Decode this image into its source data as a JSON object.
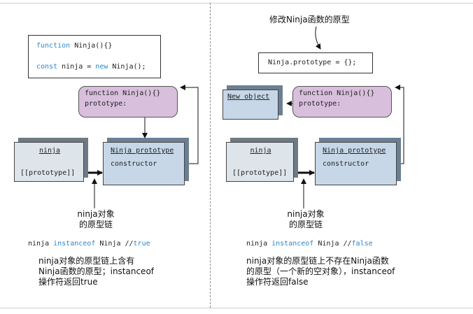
{
  "colors": {
    "keyword": "#2e86c9",
    "func_fill": "#d8bfdc",
    "proto_fill": "#c7d7e8",
    "obj_fill": "#dde4ea"
  },
  "left": {
    "code": {
      "l1_kw": "function",
      "l1_rest": " Ninja(){}",
      "l2_kw1": "const",
      "l2_mid": " ninja = ",
      "l2_kw2": "new",
      "l2_rest": " Ninja();"
    },
    "func": {
      "line1": "function Ninja(){}",
      "line2": "prototype:"
    },
    "ninja_obj": {
      "title": "ninja",
      "field": "[[prototype]]"
    },
    "proto_obj": {
      "title": "Ninja prototype",
      "field": "constructor"
    },
    "chain_label": {
      "line1": "ninja对象",
      "line2": "的原型链"
    },
    "check": {
      "subject": "ninja ",
      "op": "instanceof",
      "rest": " Ninja //",
      "result": "true"
    },
    "explain": {
      "line1": "ninja对象的原型链上含有",
      "line2": "Ninja函数的原型；instanceof",
      "line3": "操作符返回true"
    }
  },
  "right": {
    "modify_caption": "修改Ninja函数的原型",
    "assign_code": "Ninja.prototype = {};",
    "new_obj": {
      "title": "New object"
    },
    "func": {
      "line1": "function Ninja(){}",
      "line2": "prototype:"
    },
    "ninja_obj": {
      "title": "ninja",
      "field": "[[prototype]]"
    },
    "proto_obj": {
      "title": "Ninja prototype",
      "field": "constructor"
    },
    "chain_label": {
      "line1": "ninja对象",
      "line2": "的原型链"
    },
    "check": {
      "subject": "ninja ",
      "op": "instanceof",
      "rest": " Ninja //",
      "result": "false"
    },
    "explain": {
      "line1": "ninja对象的原型链上不存在Ninja函数",
      "line2": "的原型（一个新的空对象），instanceof",
      "line3": "操作符返回false"
    }
  }
}
